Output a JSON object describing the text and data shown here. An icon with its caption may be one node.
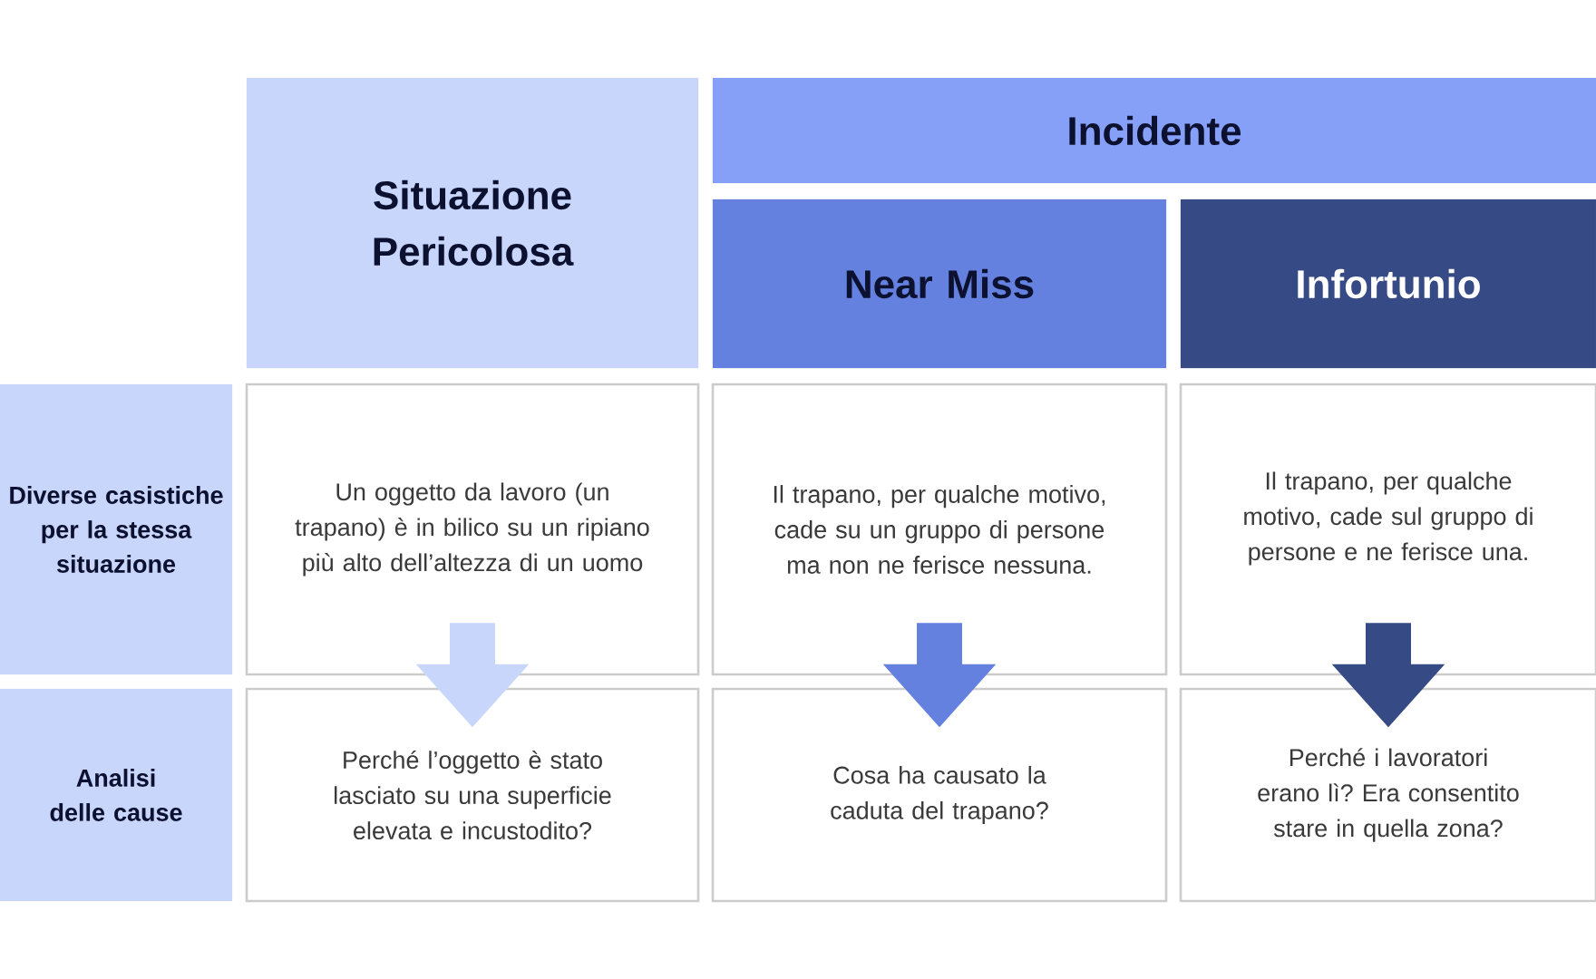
{
  "diagram": {
    "nodes": [
      {
        "text": [
          "Situazione Pericolosa"
        ]
      },
      {
        "text": [
          "Incidente"
        ]
      },
      {
        "text": [
          "Near Miss"
        ]
      },
      {
        "text": [
          "Infortunio"
        ]
      },
      {
        "text": [
          "Diverse casistiche per la stessa situazione"
        ]
      },
      {
        "text": [
          "Un oggetto da lavoro (un trapano) è in bilico su un ripiano più alto dell’altezza di un uomo"
        ]
      },
      {
        "text": [
          "Il trapano, per qualche motivo, cade su un gruppo di persone ma non ne ferisce nessuna."
        ]
      },
      {
        "text": [
          "Il trapano, per qualche motivo, cade sul gruppo di persone e ne ferisce una."
        ]
      },
      {
        "text": [
          "Analisi delle cause"
        ]
      },
      {
        "text": [
          "Perché l’oggetto è stato lasciato su una superficie elevata e incustodito?"
        ]
      },
      {
        "text": [
          "Cosa ha causato la caduta del trapano?"
        ]
      },
      {
        "text": [
          "Perché i lavoratori erano lì? Era consentito stare in quella zona?"
        ]
      }
    ],
    "edges": [
      {
        "from": 5,
        "to": 9,
        "arrow": "to",
        "color": "#c9d6fb"
      },
      {
        "from": 6,
        "to": 10,
        "arrow": "to",
        "color": "#6581e0"
      },
      {
        "from": 7,
        "to": 11,
        "arrow": "to",
        "color": "#364a85"
      }
    ]
  }
}
